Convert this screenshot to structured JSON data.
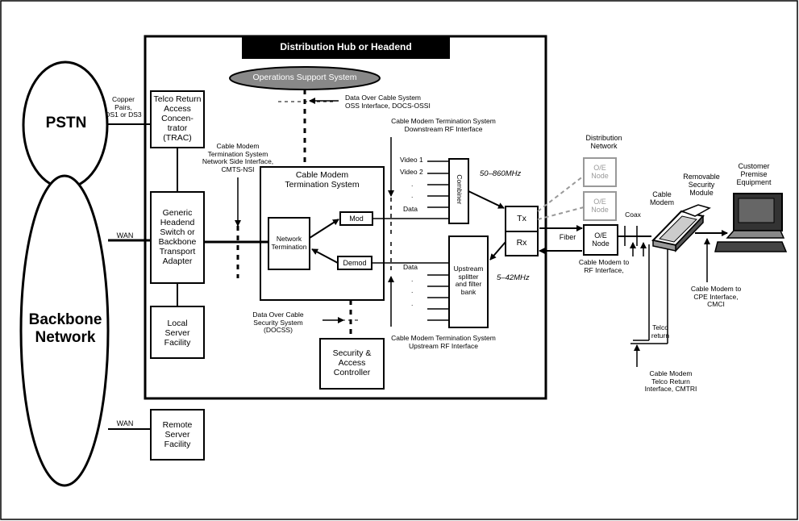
{
  "labels": {
    "pstn": "PSTN",
    "backbone": "Backbone\nNetwork",
    "copper": "Copper\nPairs,\nDS1 or DS3",
    "wan1": "WAN",
    "wan2": "WAN",
    "trac": "Telco Return\nAccess\nConcen-\ntrator\n(TRAC)",
    "generic": "Generic\nHeadend\nSwitch or\nBackbone\nTransport\nAdapter",
    "local": "Local\nServer\nFacility",
    "remote": "Remote\nServer\nFacility",
    "hub_title": "Distribution Hub or Headend",
    "oss": "Operations Support System",
    "oss_iface": "Data Over Cable System\nOSS Interface, DOCS-OSSI",
    "cmts_nsi": "Cable Modem\nTermination System\nNetwork Side Interface,\nCMTS-NSI",
    "cmts": "Cable Modem\nTermination System",
    "net_term": "Network\nTermination",
    "mod": "Mod",
    "demod": "Demod",
    "downstream": "Cable Modem Termination System\nDownstream RF Interface",
    "video1": "Video 1",
    "video2": "Video 2",
    "dots": ".",
    "data_in": "Data",
    "data_out": "Data",
    "combiner": "Combiner",
    "freq_down": "50–860MHz",
    "freq_up": "5–42MHz",
    "splitter": "Upstream\nsplitter\nand filter\nbank",
    "upstream": "Cable Modem Termination System\nUpstream RF Interface",
    "docss": "Data Over Cable\nSecurity System\n(DOCSS)",
    "security": "Security &\nAccess\nController",
    "tx": "Tx",
    "rx": "Rx",
    "dist_net": "Distribution\nNetwork",
    "oe_node": "O/E\nNode",
    "fiber": "Fiber",
    "coax": "Coax",
    "rf_iface": "Cable Modem to\nRF Interface,",
    "cable_modem": "Cable\nModem",
    "removable": "Removable\nSecurity\nModule",
    "cpe": "Customer\nPremise\nEquipment",
    "cmci": "Cable Modem to\nCPE Interface,\nCMCI",
    "telco_return": "Telco\nreturn",
    "cmtri": "Cable Modem\nTelco Return\nInterface, CMTRI"
  }
}
